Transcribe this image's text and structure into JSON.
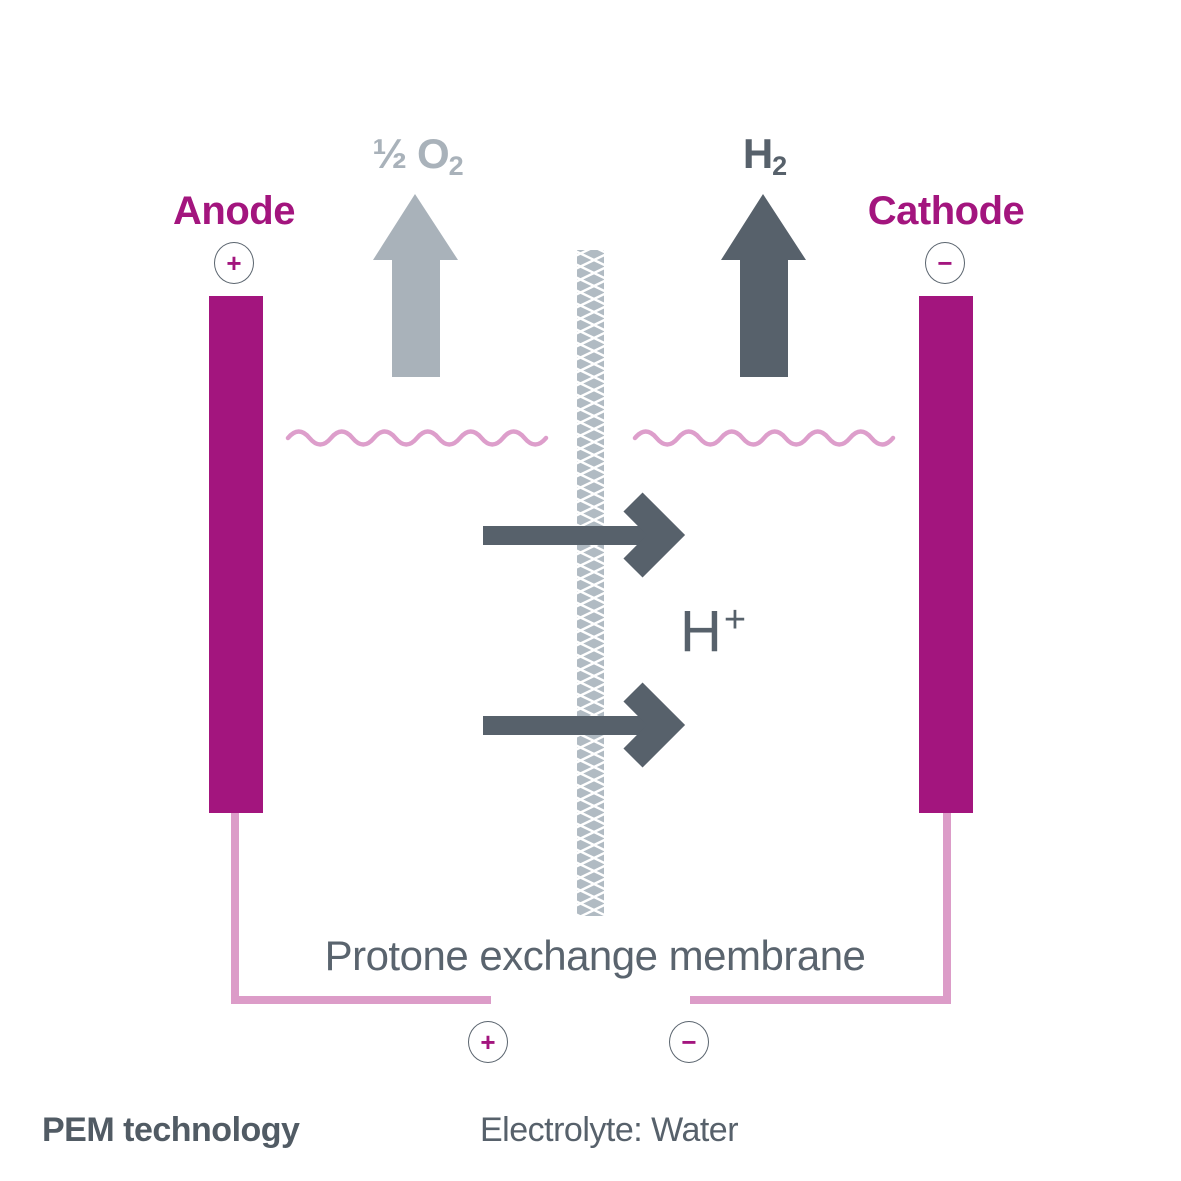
{
  "diagram": {
    "title_footer": "PEM technology",
    "electrolyte_note": "Electrolyte: Water",
    "membrane_caption": "Protone exchange membrane",
    "anode": {
      "label": "Anode",
      "sign": "+"
    },
    "cathode": {
      "label": "Cathode",
      "sign": "−"
    },
    "oxygen": {
      "main": "½ O",
      "sub": "2"
    },
    "hydrogen": {
      "main": "H",
      "sub": "2"
    },
    "proton": {
      "main": "H",
      "sup": "+"
    },
    "bottom_terminals": {
      "plus": "+",
      "minus": "−"
    },
    "colors": {
      "magenta": "#a3157e",
      "pink_line": "#dc9cc8",
      "light_gray": "#a9b2ba",
      "dark_gray": "#57616b",
      "membrane_gray": "#b1bbc3"
    }
  }
}
